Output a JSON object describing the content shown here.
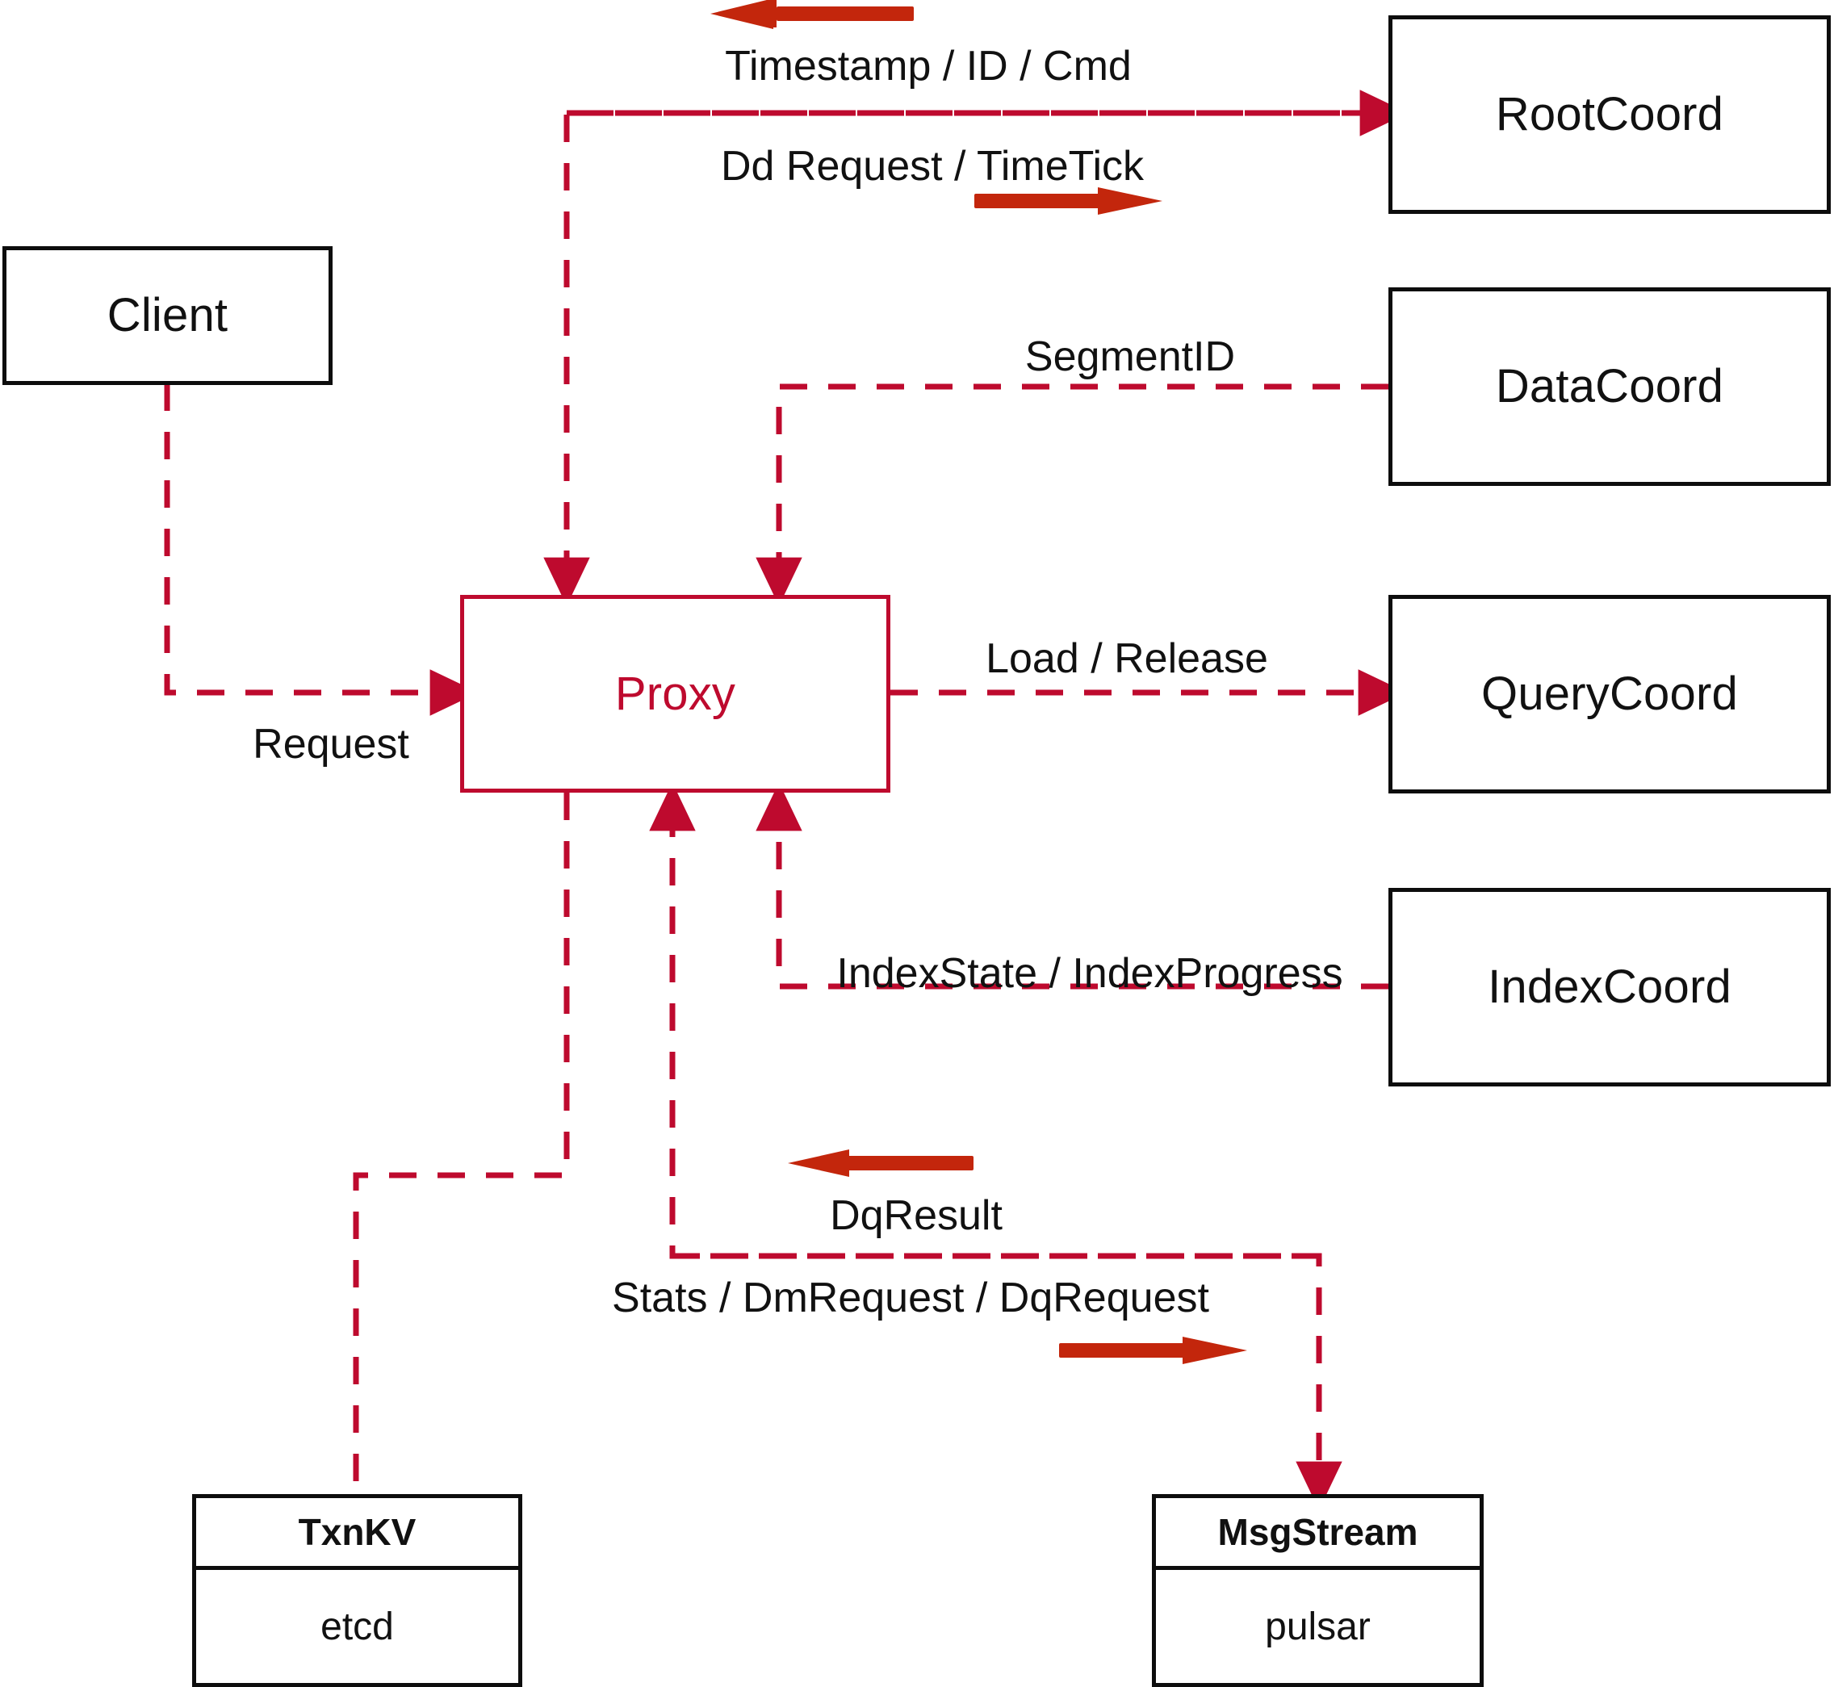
{
  "diagram": {
    "title": "Milvus Proxy interaction diagram",
    "colors": {
      "dashed_line": "#BE0A2E",
      "solid_arrow": "#C3260C",
      "node_border": "#0D0D0D",
      "proxy_border": "#BE0A2E",
      "proxy_text": "#BE0A2E",
      "background": "#FFFFFF"
    },
    "nodes": [
      {
        "id": "client",
        "label": "Client"
      },
      {
        "id": "proxy",
        "label": "Proxy"
      },
      {
        "id": "rootcoord",
        "label": "RootCoord"
      },
      {
        "id": "datacoord",
        "label": "DataCoord"
      },
      {
        "id": "querycoord",
        "label": "QueryCoord"
      },
      {
        "id": "indexcoord",
        "label": "IndexCoord"
      }
    ],
    "stack_nodes": [
      {
        "id": "txnkv",
        "header": "TxnKV",
        "body": "etcd"
      },
      {
        "id": "msgstream",
        "header": "MsgStream",
        "body": "pulsar"
      }
    ],
    "edge_labels": [
      {
        "id": "timestamp-id-cmd",
        "text": "Timestamp / ID / Cmd"
      },
      {
        "id": "dd-request-timetick",
        "text": "Dd Request / TimeTick"
      },
      {
        "id": "segmentid",
        "text": "SegmentID"
      },
      {
        "id": "load-release",
        "text": "Load / Release"
      },
      {
        "id": "index-state",
        "text": "IndexState / IndexProgress"
      },
      {
        "id": "request",
        "text": "Request"
      },
      {
        "id": "dq-result",
        "text": "DqResult"
      },
      {
        "id": "stats-dm-dq",
        "text": "Stats / DmRequest / DqRequest"
      }
    ]
  }
}
